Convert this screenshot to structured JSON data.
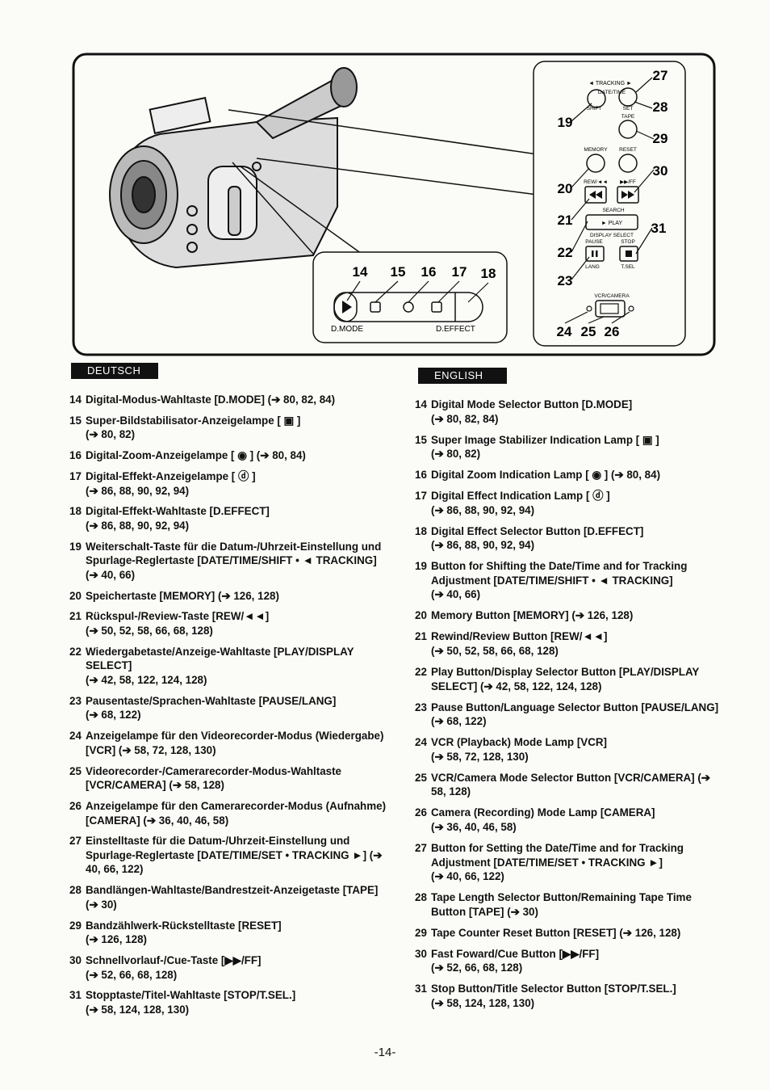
{
  "figure": {
    "callouts": [
      "14",
      "15",
      "16",
      "17",
      "18",
      "19",
      "20",
      "21",
      "22",
      "23",
      "24",
      "25",
      "26",
      "27",
      "28",
      "29",
      "30",
      "31"
    ],
    "labels": {
      "tracking": "◄ TRACKING ►",
      "date_time": "DATE/TIME",
      "shift": "SHIFT",
      "set": "SET",
      "tape": "TAPE",
      "memory": "MEMORY",
      "reset": "RESET",
      "rew": "REW/◄◄",
      "ff": "▶▶/FF",
      "search": "SEARCH",
      "play": "► PLAY",
      "display_select": "DISPLAY SELECT",
      "pause": "PAUSE",
      "stop": "STOP",
      "lang": "LANG",
      "tsel": "T.SEL",
      "vcr_camera": "VCR/CAMERA",
      "dmode": "D.MODE",
      "deffect": "D.EFFECT"
    }
  },
  "deutsch": {
    "heading": "DEUTSCH",
    "items": [
      {
        "num": "14",
        "text": "Digital-Modus-Wahltaste [D.MODE] (➔ 80, 82, 84)",
        "ref": ""
      },
      {
        "num": "15",
        "text": "Super-Bildstabilisator-Anzeigelampe [ ▣ ]",
        "ref": "(➔ 80, 82)"
      },
      {
        "num": "16",
        "text": "Digital-Zoom-Anzeigelampe [ ◉ ] (➔ 80, 84)",
        "ref": ""
      },
      {
        "num": "17",
        "text": "Digital-Effekt-Anzeigelampe [ ⓓ ]",
        "ref": "(➔ 86, 88, 90, 92, 94)"
      },
      {
        "num": "18",
        "text": "Digital-Effekt-Wahltaste [D.EFFECT]",
        "ref": "(➔ 86, 88, 90, 92, 94)"
      },
      {
        "num": "19",
        "text": "Weiterschalt-Taste für die Datum-/Uhrzeit-Einstellung und Spurlage-Reglertaste [DATE/TIME/SHIFT • ◄ TRACKING] (➔ 40, 66)",
        "ref": ""
      },
      {
        "num": "20",
        "text": "Speichertaste [MEMORY] (➔ 126, 128)",
        "ref": ""
      },
      {
        "num": "21",
        "text": "Rückspul-/Review-Taste [REW/◄◄]",
        "ref": "(➔ 50, 52, 58, 66, 68, 128)"
      },
      {
        "num": "22",
        "text": "Wiedergabetaste/Anzeige-Wahltaste [PLAY/DISPLAY SELECT]",
        "ref": "(➔ 42, 58, 122, 124, 128)"
      },
      {
        "num": "23",
        "text": "Pausentaste/Sprachen-Wahltaste [PAUSE/LANG]",
        "ref": "(➔ 68, 122)"
      },
      {
        "num": "24",
        "text": "Anzeigelampe für den Videorecorder-Modus (Wiedergabe) [VCR] (➔ 58, 72, 128, 130)",
        "ref": ""
      },
      {
        "num": "25",
        "text": "Videorecorder-/Camerarecorder-Modus-Wahltaste [VCR/CAMERA] (➔ 58, 128)",
        "ref": ""
      },
      {
        "num": "26",
        "text": "Anzeigelampe für den Camerarecorder-Modus (Aufnahme) [CAMERA] (➔ 36, 40, 46, 58)",
        "ref": ""
      },
      {
        "num": "27",
        "text": "Einstelltaste für die Datum-/Uhrzeit-Einstellung und Spurlage-Reglertaste [DATE/TIME/SET • TRACKING ►] (➔ 40, 66, 122)",
        "ref": ""
      },
      {
        "num": "28",
        "text": "Bandlängen-Wahltaste/Bandrestzeit-Anzeigetaste [TAPE] (➔ 30)",
        "ref": ""
      },
      {
        "num": "29",
        "text": "Bandzählwerk-Rückstelltaste [RESET]",
        "ref": "(➔ 126, 128)"
      },
      {
        "num": "30",
        "text": "Schnellvorlauf-/Cue-Taste [▶▶/FF]",
        "ref": "(➔ 52, 66, 68, 128)"
      },
      {
        "num": "31",
        "text": "Stopptaste/Titel-Wahltaste [STOP/T.SEL.]",
        "ref": "(➔ 58, 124, 128, 130)"
      }
    ]
  },
  "english": {
    "heading": "ENGLISH",
    "items": [
      {
        "num": "14",
        "text": "Digital Mode Selector Button [D.MODE]",
        "ref": "(➔ 80, 82, 84)"
      },
      {
        "num": "15",
        "text": "Super Image Stabilizer Indication Lamp [ ▣ ]",
        "ref": "(➔ 80, 82)"
      },
      {
        "num": "16",
        "text": "Digital Zoom Indication Lamp [ ◉ ] (➔ 80, 84)",
        "ref": ""
      },
      {
        "num": "17",
        "text": "Digital Effect Indication Lamp [ ⓓ ]",
        "ref": "(➔ 86, 88, 90, 92, 94)"
      },
      {
        "num": "18",
        "text": "Digital Effect Selector Button [D.EFFECT]",
        "ref": "(➔ 86, 88, 90, 92, 94)"
      },
      {
        "num": "19",
        "text": "Button for Shifting the Date/Time and for Tracking Adjustment [DATE/TIME/SHIFT • ◄ TRACKING]",
        "ref": "(➔ 40, 66)"
      },
      {
        "num": "20",
        "text": "Memory Button [MEMORY] (➔ 126, 128)",
        "ref": ""
      },
      {
        "num": "21",
        "text": "Rewind/Review Button [REW/◄◄]",
        "ref": "(➔ 50, 52, 58, 66, 68, 128)"
      },
      {
        "num": "22",
        "text": "Play Button/Display Selector Button [PLAY/DISPLAY SELECT] (➔ 42, 58, 122, 124, 128)",
        "ref": ""
      },
      {
        "num": "23",
        "text": "Pause Button/Language Selector Button [PAUSE/LANG] (➔ 68, 122)",
        "ref": ""
      },
      {
        "num": "24",
        "text": "VCR (Playback) Mode Lamp [VCR]",
        "ref": "(➔ 58, 72, 128, 130)"
      },
      {
        "num": "25",
        "text": "VCR/Camera Mode Selector Button [VCR/CAMERA] (➔ 58, 128)",
        "ref": ""
      },
      {
        "num": "26",
        "text": "Camera (Recording) Mode Lamp [CAMERA]",
        "ref": "(➔ 36, 40, 46, 58)"
      },
      {
        "num": "27",
        "text": "Button for Setting the Date/Time and for Tracking Adjustment [DATE/TIME/SET • TRACKING ►]",
        "ref": "(➔ 40, 66, 122)"
      },
      {
        "num": "28",
        "text": "Tape Length Selector Button/Remaining Tape Time Button [TAPE] (➔ 30)",
        "ref": ""
      },
      {
        "num": "29",
        "text": "Tape Counter Reset Button [RESET] (➔ 126, 128)",
        "ref": ""
      },
      {
        "num": "30",
        "text": "Fast Foward/Cue Button [▶▶/FF]",
        "ref": "(➔ 52, 66, 68, 128)"
      },
      {
        "num": "31",
        "text": "Stop Button/Title Selector Button [STOP/T.SEL.]",
        "ref": "(➔ 58, 124, 128, 130)"
      }
    ]
  },
  "page_number": "-14-"
}
